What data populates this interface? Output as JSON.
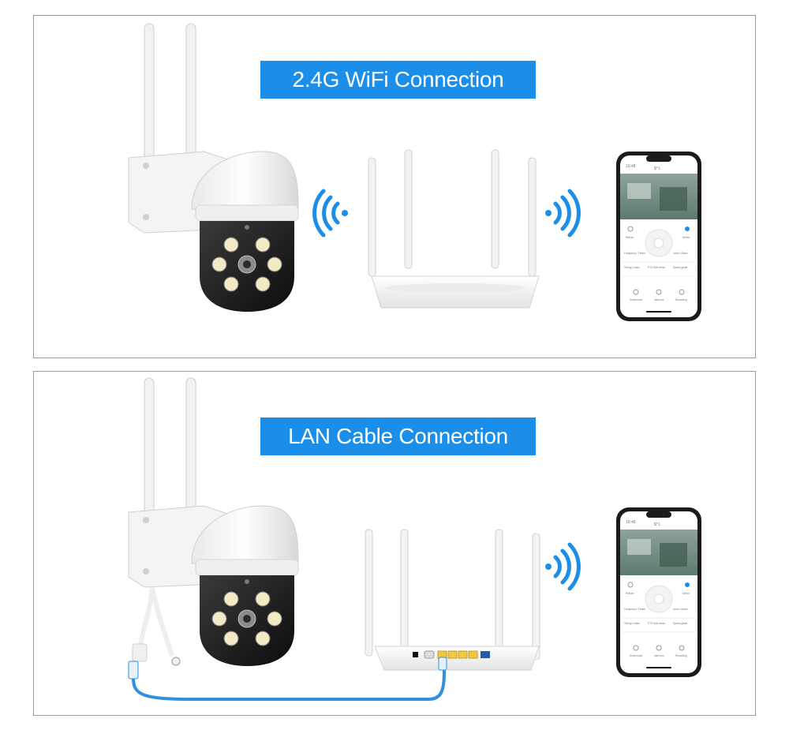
{
  "panels": [
    {
      "title": "2.4G WiFi Connection"
    },
    {
      "title": "LAN Cable Connection"
    }
  ],
  "phone_app": {
    "time": "10:48",
    "device_label": "$*1",
    "ptz": {
      "left": "Return",
      "right": "Mirror"
    },
    "mid": {
      "left": "Frequency / Preset",
      "right": "Level / Alarm"
    },
    "options": [
      "Timing Cruise",
      "PTZ Self-check",
      "Speed grade"
    ],
    "actions": [
      "Screenshot",
      "Intercom",
      "Recording"
    ]
  },
  "colors": {
    "banner": "#1a8ee8",
    "wifi_signal": "#1a8ee8",
    "lan_cable": "#2f8fe0",
    "panel_border": "#9a9a9a"
  }
}
